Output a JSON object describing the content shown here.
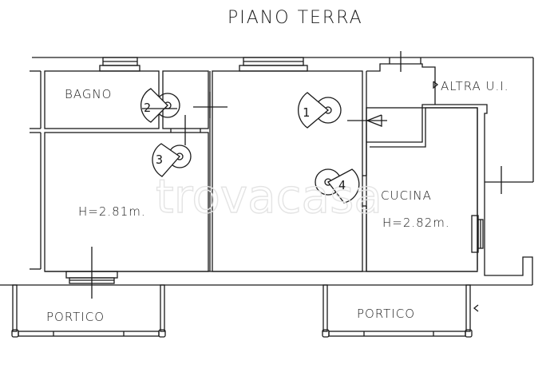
{
  "plan": {
    "title": "PIANO TERRA",
    "watermark": "trovacasa",
    "colors": {
      "line": "#1a1a1a",
      "background": "#ffffff",
      "watermark": "#e4e4e4"
    },
    "rooms": {
      "bagno": {
        "label": "BAGNO"
      },
      "soggiorno": {
        "height_label": "H=2.81m."
      },
      "cucina": {
        "label": "CUCINA",
        "height_label": "H=2.82m."
      },
      "altra_ui": {
        "label": "ALTRA U.I."
      },
      "portico_left": {
        "label": "PORTICO"
      },
      "portico_right": {
        "label": "PORTICO"
      }
    },
    "viewpoints": [
      {
        "number": "1"
      },
      {
        "number": "2"
      },
      {
        "number": "3"
      },
      {
        "number": "4"
      }
    ]
  }
}
